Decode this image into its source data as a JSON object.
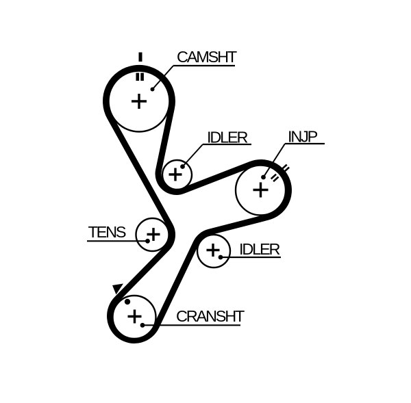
{
  "diagram": {
    "kind": "timing-belt-routing-diagram",
    "background_color": "#ffffff",
    "ink_color": "#000000",
    "pulleys": [
      {
        "id": "camshaft",
        "label": "CAMSHT"
      },
      {
        "id": "idler_top",
        "label": "IDLER"
      },
      {
        "id": "injection_pump",
        "label": "INJP"
      },
      {
        "id": "tensioner",
        "label": "TENS"
      },
      {
        "id": "idler_bottom",
        "label": "IDLER"
      },
      {
        "id": "crankshaft",
        "label": "CRANSHT"
      }
    ]
  }
}
